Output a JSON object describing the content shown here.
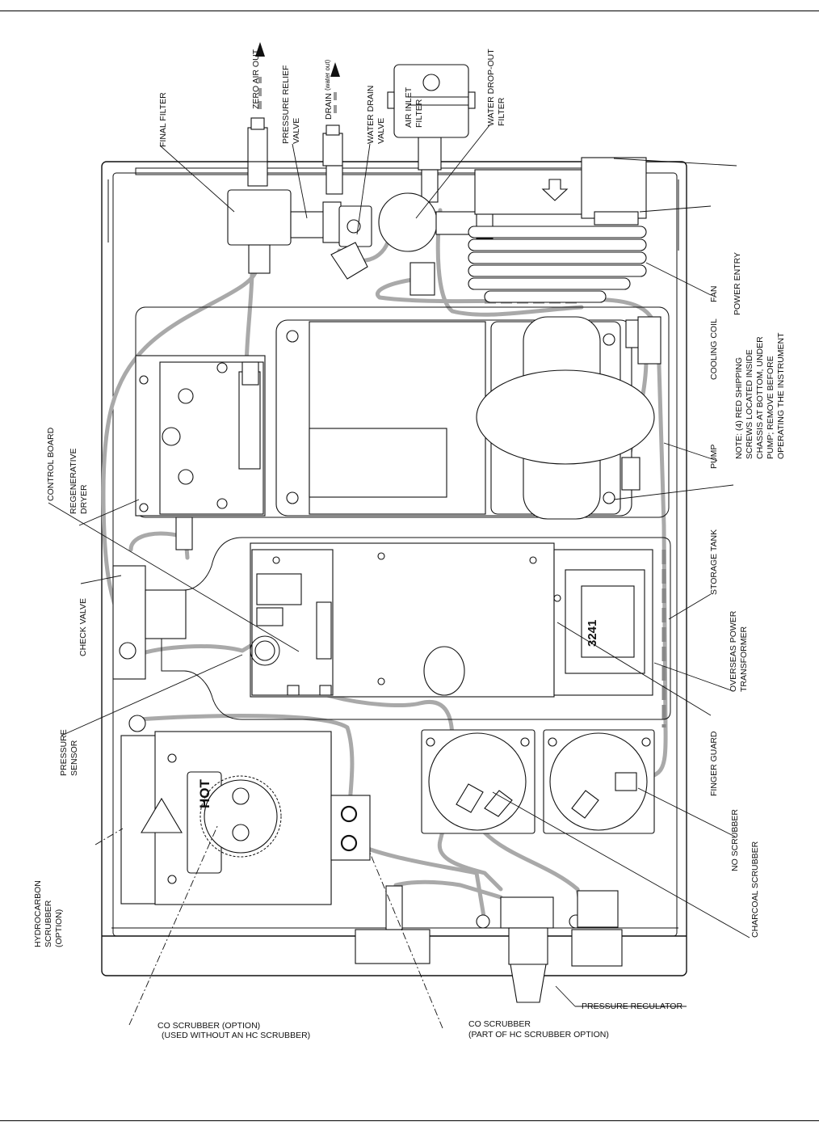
{
  "diagram": {
    "labels": {
      "final_filter": "FINAL FILTER",
      "zero_air_out": "ZERO AIR OUT",
      "pressure_relief_valve": [
        "PRESSURE RELIEF",
        "VALVE"
      ],
      "drain": "DRAIN",
      "drain_note": "(water out)",
      "water_drain_valve": [
        "WATER DRAIN",
        "VALVE"
      ],
      "air_inlet_filter": [
        "AIR INLET",
        "FILTER"
      ],
      "water_dropout_filter": [
        "WATER DROP-OUT",
        "FILTER"
      ],
      "power_entry": "POWER ENTRY",
      "fan": "FAN",
      "cooling_coil": "COOLING COIL",
      "shipping_note": [
        "NOTE: (4) RED SHIPPING",
        "SCREWS LOCATED INSIDE",
        "CHASSIS AT BOTTOM, UNDER",
        "PUMP; REMOVE BEFORE",
        "OPERATING THE INSTRUMENT"
      ],
      "pump": "PUMP",
      "storage_tank": "STORAGE TANK",
      "overseas_transformer": [
        "OVERSEAS POWER",
        "TRANSFORMER"
      ],
      "finger_guard": "FINGER GUARD",
      "no_scrubber": "NO SCRUBBER",
      "charcoal_scrubber": "CHARCOAL SCRUBBER",
      "control_board": "CONTROL BOARD",
      "regenerative_dryer": [
        "REGENERATIVE",
        "DRYER"
      ],
      "check_valve": "CHECK VALVE",
      "pressure_sensor": [
        "PRESSURE",
        "SENSOR"
      ],
      "hydrocarbon_scrubber": [
        "HYDROCARBON",
        "SCRUBBER",
        "(OPTION)"
      ],
      "co_scrubber_option": [
        "CO SCRUBBER (OPTION)",
        "(USED WITHOUT AN HC SCRUBBER)"
      ],
      "co_scrubber_hc": [
        "CO SCRUBBER",
        "(PART OF HC SCRUBBER OPTION)"
      ],
      "pressure_regulator": "PRESSURE REGULATOR",
      "transformer_number": "3241",
      "hc_badge": "HOT"
    }
  }
}
